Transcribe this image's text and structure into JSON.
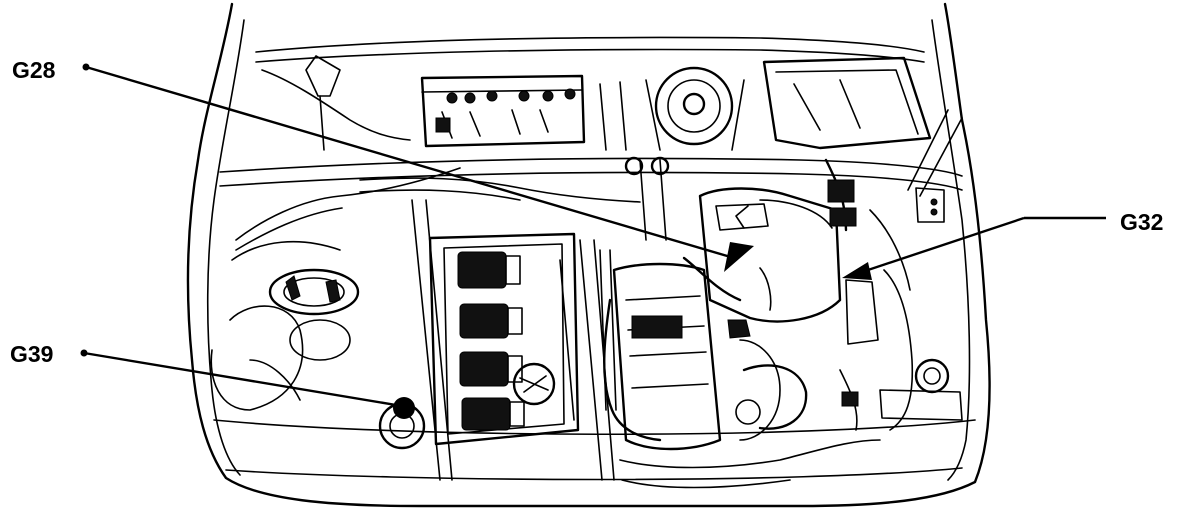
{
  "callouts": [
    {
      "id": "g28",
      "label": "G28"
    },
    {
      "id": "g32",
      "label": "G32"
    },
    {
      "id": "g39",
      "label": "G39"
    }
  ],
  "colors": {
    "ink": "#000000",
    "paper": "#ffffff"
  }
}
